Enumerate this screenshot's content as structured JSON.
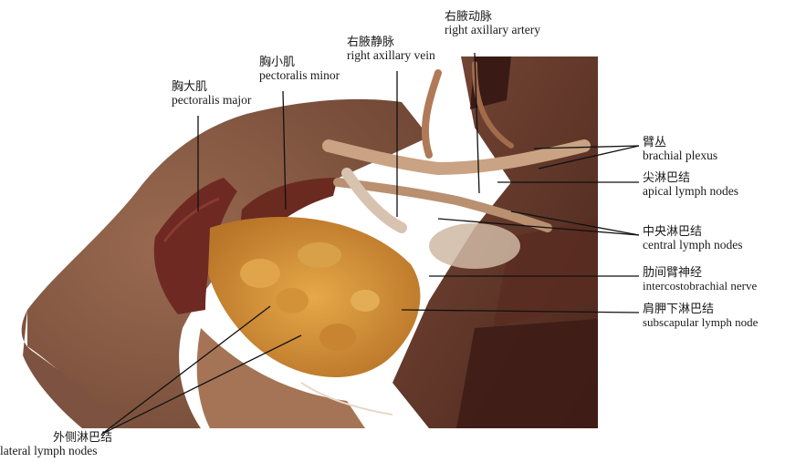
{
  "figure": {
    "description_free": true,
    "labels": [
      {
        "id": "right-axillary-artery",
        "zh": "右腋动脉",
        "en": "right axillary artery"
      },
      {
        "id": "right-axillary-vein",
        "zh": "右腋静脉",
        "en": "right axillary vein"
      },
      {
        "id": "pectoralis-minor",
        "zh": "胸小肌",
        "en": "pectoralis minor"
      },
      {
        "id": "pectoralis-major",
        "zh": "胸大肌",
        "en": "pectoralis major"
      },
      {
        "id": "brachial-plexus",
        "zh": "臂丛",
        "en": "brachial plexus"
      },
      {
        "id": "apical-lymph-nodes",
        "zh": "尖淋巴结",
        "en": "apical lymph nodes"
      },
      {
        "id": "central-lymph-nodes",
        "zh": "中央淋巴结",
        "en": "central lymph nodes"
      },
      {
        "id": "intercostobrachial-nerve",
        "zh": "肋间臂神经",
        "en": "intercostobrachial nerve"
      },
      {
        "id": "subscapular-lymph-node",
        "zh": "肩胛下淋巴结",
        "en": "subscapular lymph node"
      },
      {
        "id": "lateral-lymph-nodes",
        "zh": "外侧淋巴结",
        "en": "lateral lymph nodes"
      }
    ],
    "colors": {
      "background": "#ffffff",
      "skin": "#8a5a44",
      "muscle": "#6e2a22",
      "fat": "#d99a3a",
      "tissue": "#b88c6a",
      "line": "#111111"
    }
  }
}
